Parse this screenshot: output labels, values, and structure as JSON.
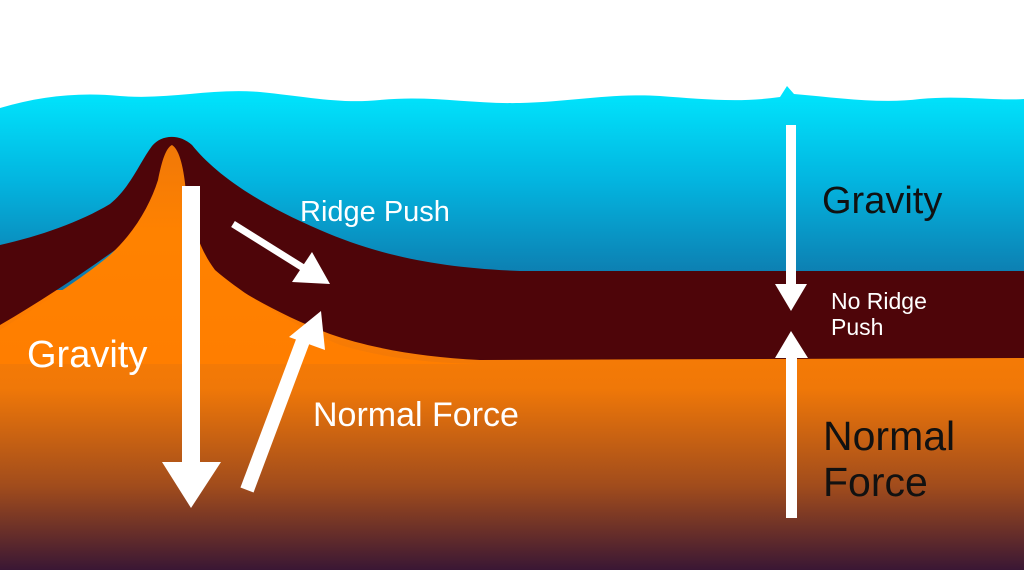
{
  "labels": {
    "ridge_push": "Ridge Push",
    "gravity_left": "Gravity",
    "normal_force_left": "Normal Force",
    "gravity_right": "Gravity",
    "no_ridge_push": "No Ridge Push",
    "normal_force_right": "Normal Force"
  },
  "colors": {
    "ocean_top": "#00e5ff",
    "ocean_bottom": "#0f73a6",
    "plate": "#4e0509",
    "mantle_top": "#ff7e00",
    "mantle_bottom": "#3b1834",
    "arrow": "#ffffff",
    "sky": "#ffffff"
  }
}
